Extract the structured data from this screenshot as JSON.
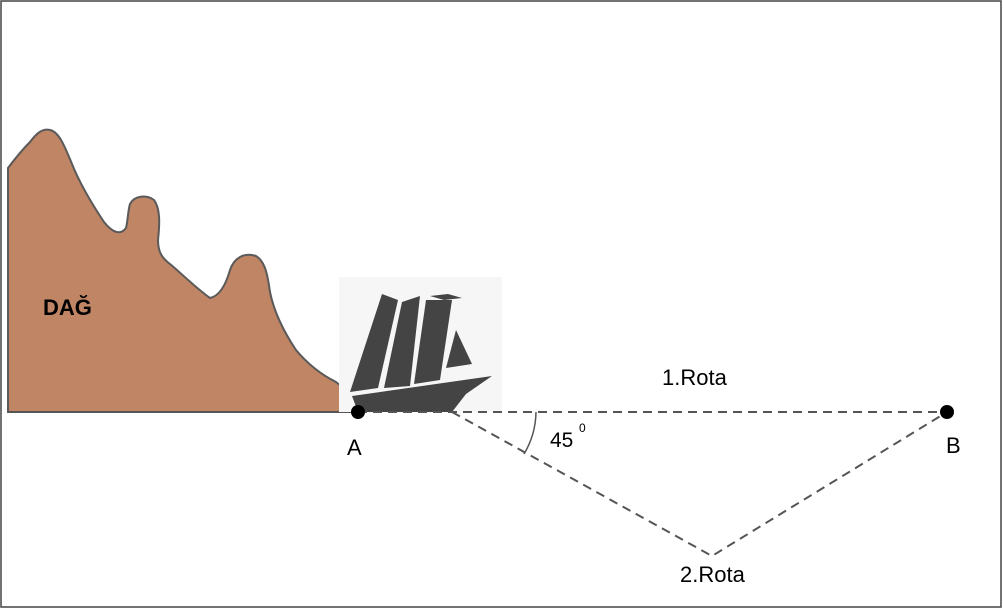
{
  "labels": {
    "mountain": "DAĞ",
    "point_a": "A",
    "point_b": "B",
    "route_1": "1.Rota",
    "route_2": "2.Rota",
    "angle_value": "45",
    "angle_unit": "0"
  },
  "colors": {
    "mountain_fill": "#bf8564",
    "mountain_stroke": "#5a5a5a",
    "ship": "#444444",
    "route_line": "#555555",
    "point": "#000000"
  },
  "icons": {
    "ship": "sailing-ship-icon"
  }
}
